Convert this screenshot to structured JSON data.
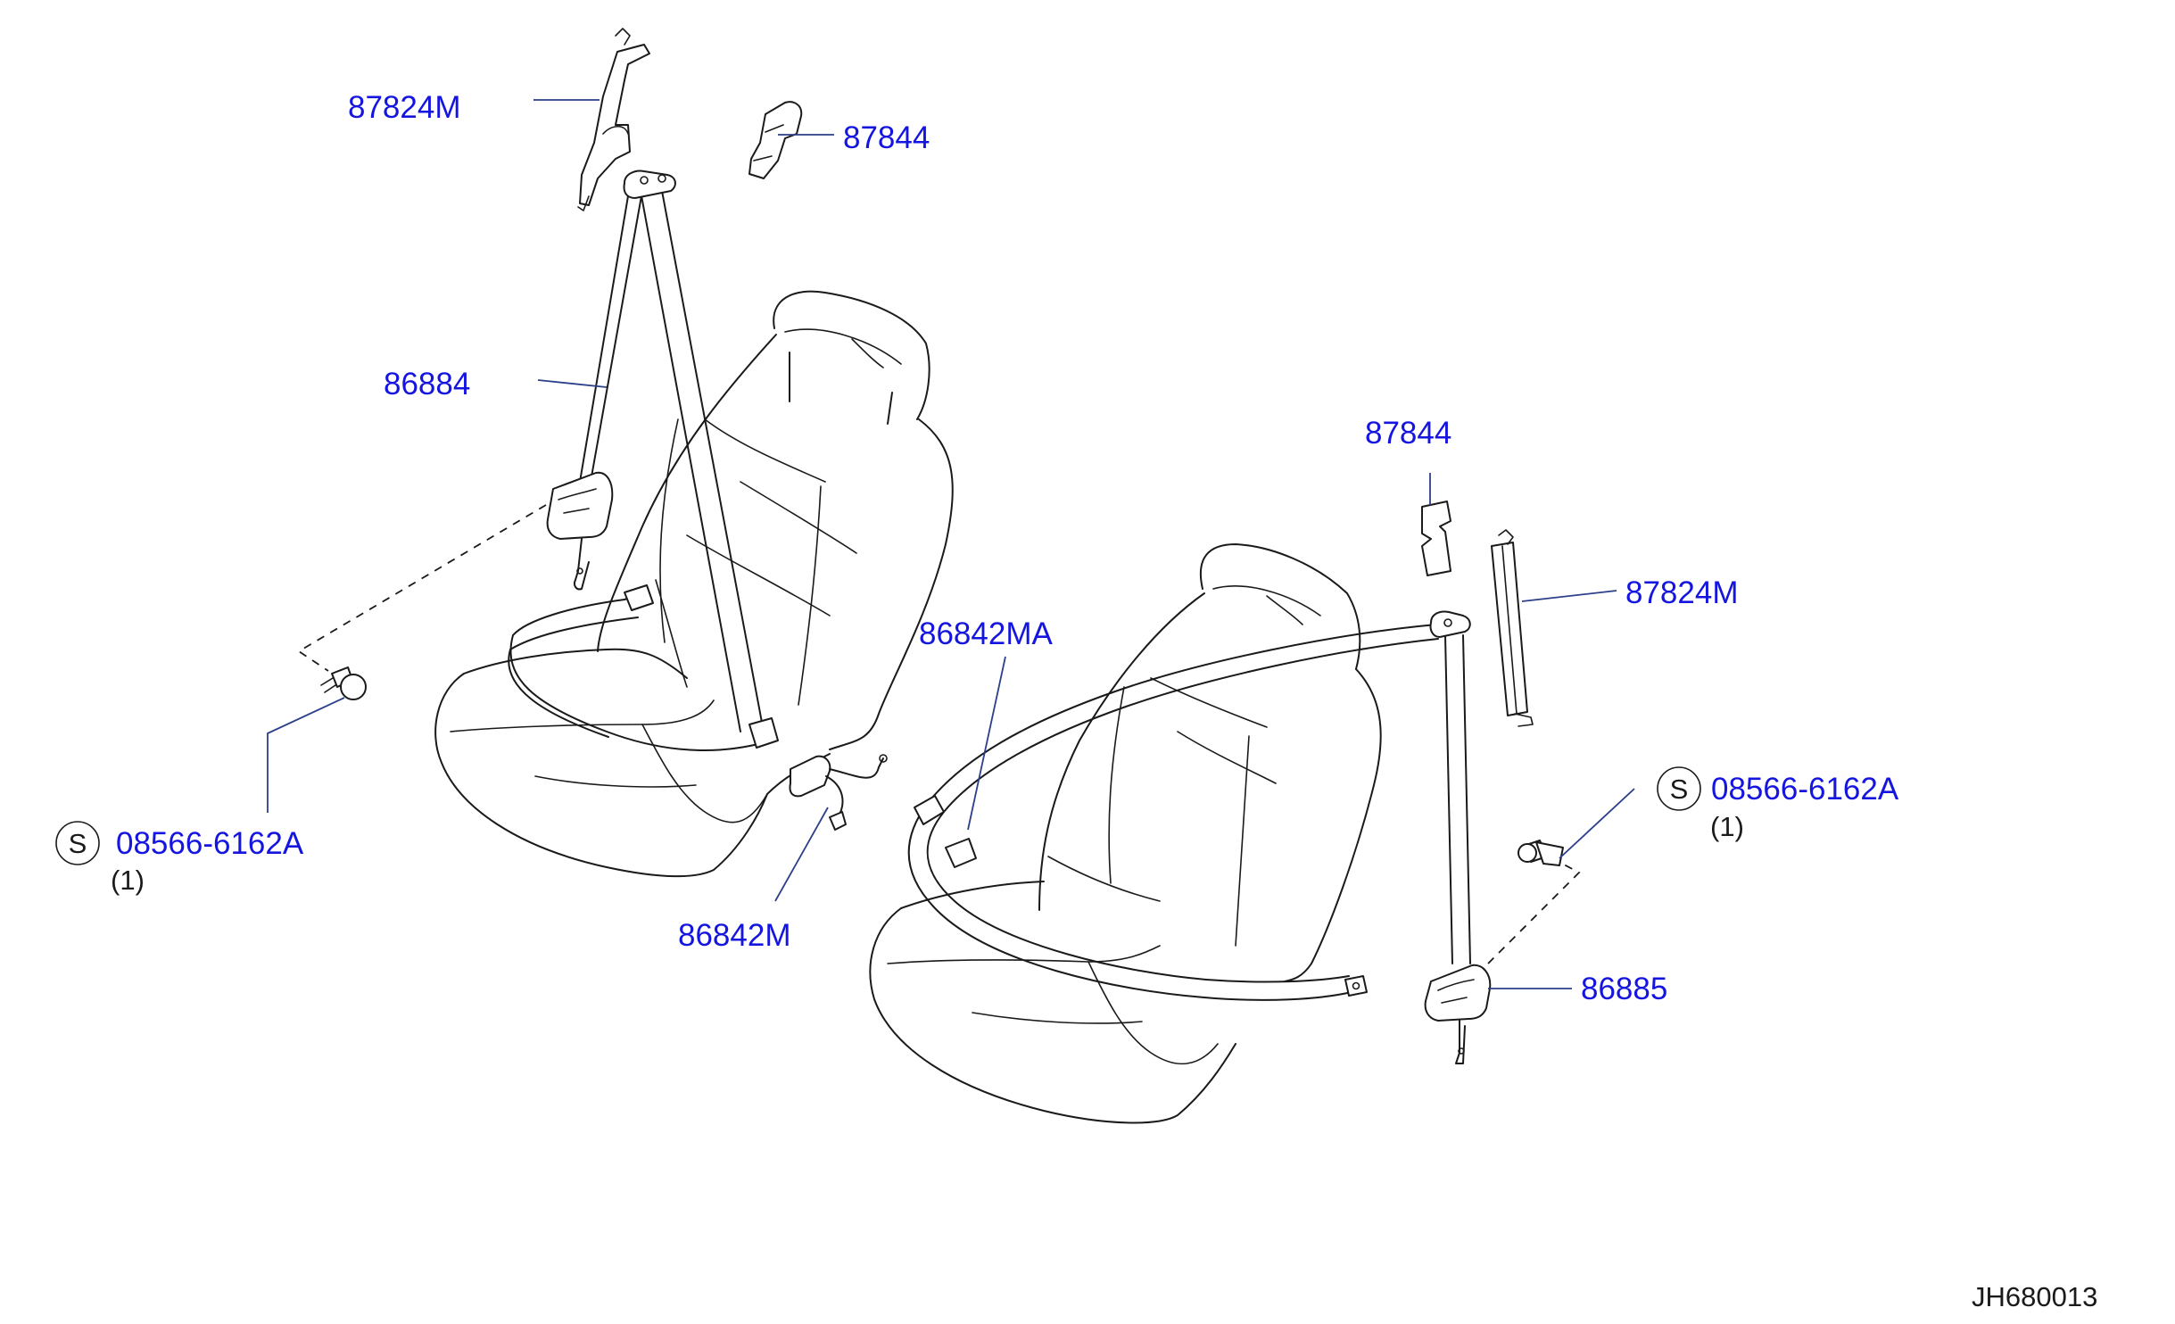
{
  "colors": {
    "label": "#1515e0",
    "leader": "#2c3f8a",
    "ink": "#1a1a1a",
    "background": "#ffffff"
  },
  "labels": {
    "p87824m_left": "87824M",
    "p87844_left": "87844",
    "p86884": "86884",
    "p87844_right": "87844",
    "p87824m_right": "87824M",
    "p86842ma": "86842MA",
    "p08566_right": "08566-6162A",
    "p08566_left": "08566-6162A",
    "p86842m": "86842M",
    "p86885": "86885"
  },
  "quantities": {
    "left": "(1)",
    "right": "(1)"
  },
  "symbols": {
    "left": "S",
    "right": "S"
  },
  "diagram_id": "JH680013"
}
